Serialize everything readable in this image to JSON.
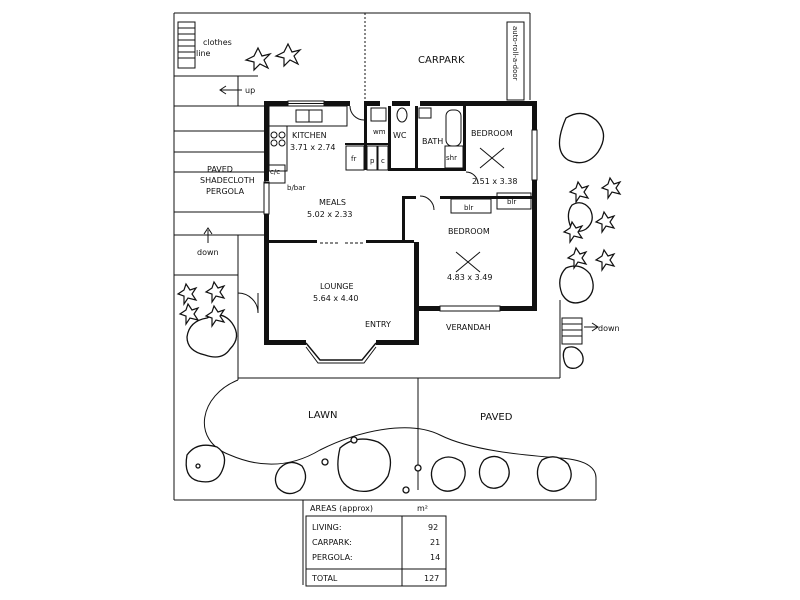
{
  "rooms": {
    "carpark": "CARPARK",
    "auto_door": "auto-roll-a-door",
    "clothes_line": "clothes\nline",
    "up": "up",
    "kitchen": "KITCHEN",
    "kitchen_dim": "3.71 x 2.74",
    "wm": "wm",
    "wc": "WC",
    "bath": "BATH",
    "shr": "shr",
    "fr": "fr",
    "p": "p",
    "c": "c",
    "bedroom1": "BEDROOM",
    "bedroom1_dim": "2.51 x 3.38",
    "paved_pergola": "PAVED\nSHADECLOTH\nPERGOLA",
    "cc": "c/c",
    "bbar": "b/bar",
    "meals": "MEALS",
    "meals_dim": "5.02 x 2.33",
    "blr1": "blr",
    "blr2": "blr",
    "bedroom2": "BEDROOM",
    "bedroom2_dim": "4.83 x 3.49",
    "down_left": "down",
    "lounge": "LOUNGE",
    "lounge_dim": "5.64 x 4.40",
    "entry": "ENTRY",
    "verandah": "VERANDAH",
    "down_right": "down",
    "lawn": "LAWN",
    "paved": "PAVED"
  },
  "areas": {
    "title": "AREAS (approx)",
    "unit": "m²",
    "rows": [
      {
        "label": "LIVING:",
        "value": "92"
      },
      {
        "label": "CARPARK:",
        "value": "21"
      },
      {
        "label": "PERGOLA:",
        "value": "14"
      }
    ],
    "total_label": "TOTAL",
    "total_value": "127"
  }
}
